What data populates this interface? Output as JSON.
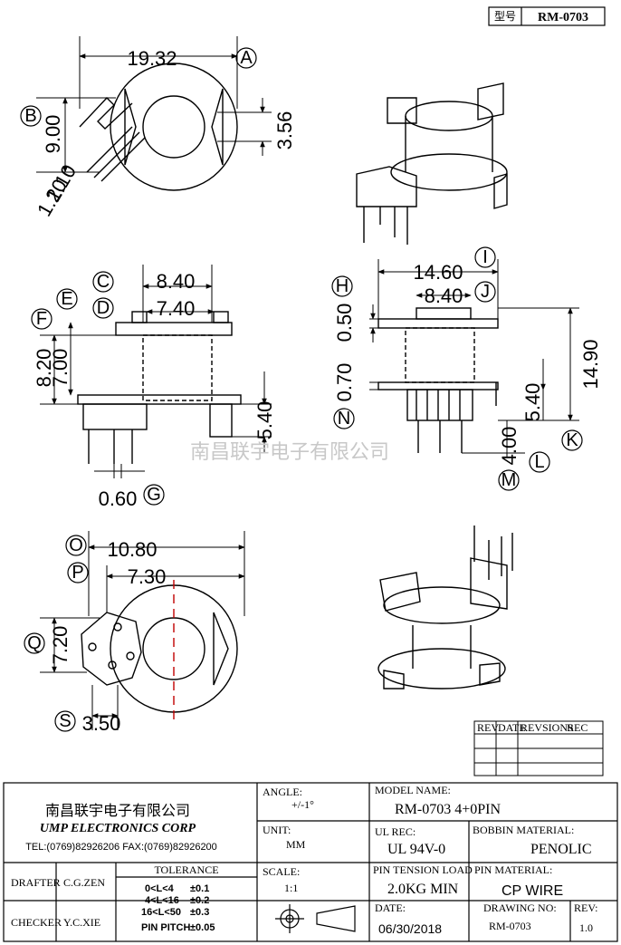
{
  "model_box": {
    "label": "型号",
    "value": "RM-0703"
  },
  "watermark": "南昌联宇电子有限公司",
  "top_view": {
    "width": "19.32",
    "height": "9.00",
    "slot": "3.56",
    "pin_a": "1.10",
    "pin_b": "1.20",
    "labels": {
      "a": "A",
      "b": "B"
    }
  },
  "front_view": {
    "outer_width": "8.40",
    "inner_width": "7.40",
    "height_a": "8.20",
    "height_b": "7.00",
    "flange_height": "5.40",
    "pin_dia": "0.60",
    "labels": {
      "c": "C",
      "d": "D",
      "e": "E",
      "f": "F",
      "g": "G"
    }
  },
  "side_view": {
    "outer_width": "14.60",
    "inner_width": "8.40",
    "flange_a": "0.50",
    "flange_b": "0.70",
    "height_total": "14.90",
    "height_flange": "5.40",
    "pin_len": "4.00",
    "labels": {
      "h": "H",
      "i": "I",
      "j": "J",
      "k": "K",
      "l": "L",
      "m": "M",
      "n": "N"
    }
  },
  "bottom_view": {
    "width_a": "10.80",
    "width_b": "7.30",
    "height": "7.20",
    "offset": "3.50",
    "labels": {
      "o": "O",
      "p": "P",
      "q": "Q",
      "s": "S"
    }
  },
  "rev_table": {
    "headers": [
      "REV",
      "DATE",
      "REVSIONS",
      "REC"
    ]
  },
  "title_block": {
    "company_cn": "南昌联宇电子有限公司",
    "company_en": "UMP ELECTRONICS CORP",
    "contact": "TEL:(0769)82926206  FAX:(0769)82926200",
    "drafter_label": "DRAFTER",
    "drafter": "C.G.ZEN",
    "checker_label": "CHECKER",
    "checker": "Y.C.XIE",
    "tolerance_label": "TOLERANCE",
    "tolerance_rows": [
      {
        "range": "0<L<4",
        "tol": "±0.1"
      },
      {
        "range": "4<L<16",
        "tol": "±0.2"
      },
      {
        "range": "16<L<50",
        "tol": "±0.3"
      },
      {
        "range": "PIN PITCH",
        "tol": "±0.05"
      }
    ],
    "angle_label": "ANGLE:",
    "angle": "+/-1°",
    "unit_label": "UNIT:",
    "unit": "MM",
    "scale_label": "SCALE:",
    "scale": "1:1",
    "model_name_label": "MODEL NAME:",
    "model_name": "RM-0703 4+0PIN",
    "ul_rec_label": "UL REC:",
    "ul_rec": "UL  94V-0",
    "bobbin_material_label": "BOBBIN MATERIAL:",
    "bobbin_material": "PENOLIC",
    "pin_tension_label": "PIN TENSION LOAD",
    "pin_tension": "2.0KG MIN",
    "pin_material_label": "PIN MATERIAL:",
    "pin_material": "CP WIRE",
    "date_label": "DATE:",
    "date": "06/30/2018",
    "drawing_no_label": "DRAWING NO:",
    "drawing_no": "RM-0703",
    "rev_label": "REV:",
    "rev": "1.0"
  }
}
